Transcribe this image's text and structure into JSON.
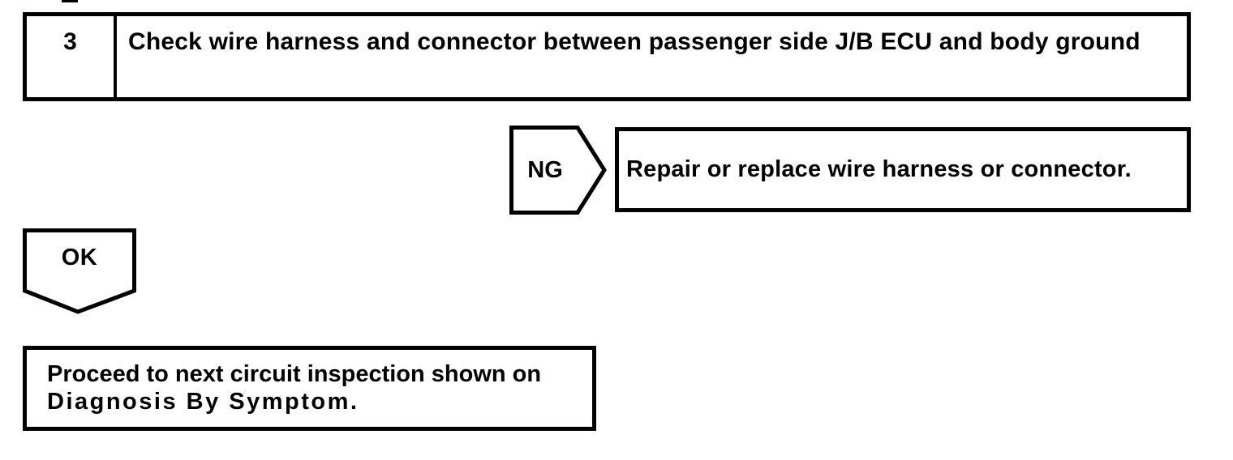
{
  "diagram": {
    "background_color": "#ffffff",
    "line_color": "#000000",
    "step": {
      "number": "3",
      "title": "Check wire harness and connector between passenger side J/B ECU and body ground"
    },
    "branches": {
      "ng": {
        "label": "NG",
        "action": "Repair or replace wire harness or connector."
      },
      "ok": {
        "label": "OK",
        "action_line1": "Proceed to next circuit inspection shown on",
        "action_line2": "Diagnosis By Symptom."
      }
    }
  }
}
